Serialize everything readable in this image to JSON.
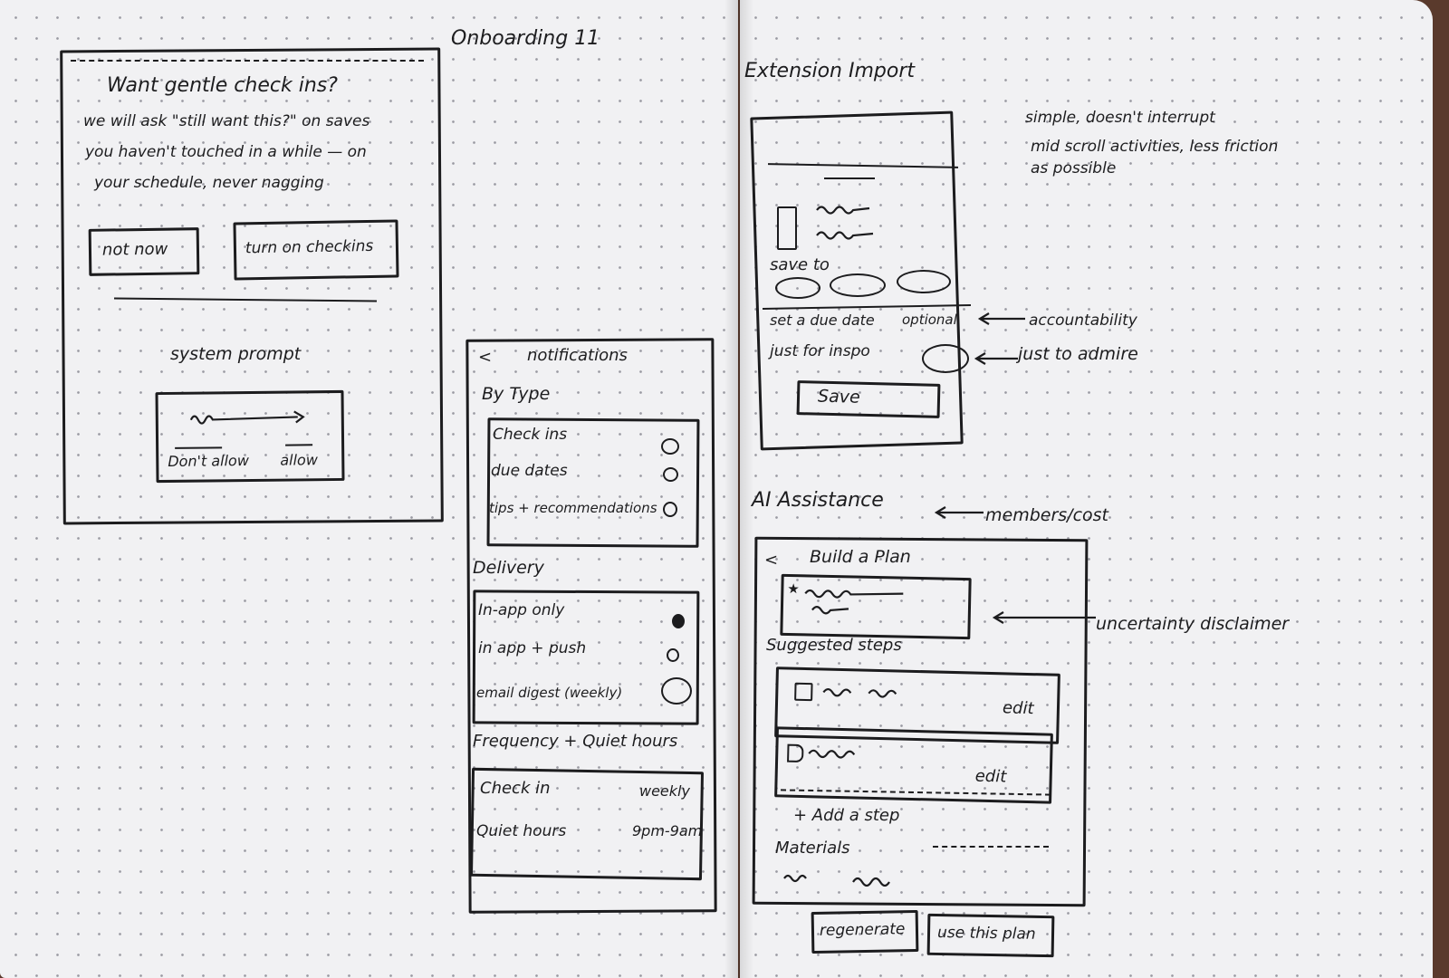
{
  "onboarding": {
    "label": "Onboarding 11",
    "title": "Want gentle check ins?",
    "body_line1": "we will ask \"still want this?\" on saves",
    "body_line2": "you haven't touched in a while — on",
    "body_line3": "your schedule, never nagging",
    "not_now": "not now",
    "turn_on": "turn on checkins",
    "system_prompt_label": "system prompt",
    "dont_allow": "Don't allow",
    "allow": "allow"
  },
  "notifications": {
    "back": "<",
    "title": "notifications",
    "by_type": "By Type",
    "types": [
      "Check ins",
      "due dates",
      "tips + recommendations"
    ],
    "delivery": "Delivery",
    "delivery_options": [
      "In-app only",
      "in app + push",
      "email digest (weekly)"
    ],
    "frequency": "Frequency + Quiet hours",
    "freq_rows": [
      {
        "label": "Check in",
        "value": "weekly"
      },
      {
        "label": "Quiet hours",
        "value": "9pm-9am"
      }
    ]
  },
  "extension": {
    "label": "Extension Import",
    "note_line1": "simple, doesn't interrupt",
    "note_line2": "mid scroll activities, less friction",
    "note_line3": "as possible",
    "save_to": "save to",
    "set_due": "set a due date",
    "optional": "optional",
    "accountability": "accountability",
    "just_for_inspo": "just for inspo",
    "just_to_admire": "just to admire",
    "save": "Save"
  },
  "ai": {
    "label": "AI Assistance",
    "members_cost": "members/cost",
    "back": "<",
    "title": "Build a Plan",
    "uncertainty": "uncertainty disclaimer",
    "suggested_steps": "Suggested steps",
    "edit": "edit",
    "add_step": "+ Add a step",
    "materials": "Materials",
    "regenerate": "regenerate",
    "use_plan": "use this plan"
  }
}
